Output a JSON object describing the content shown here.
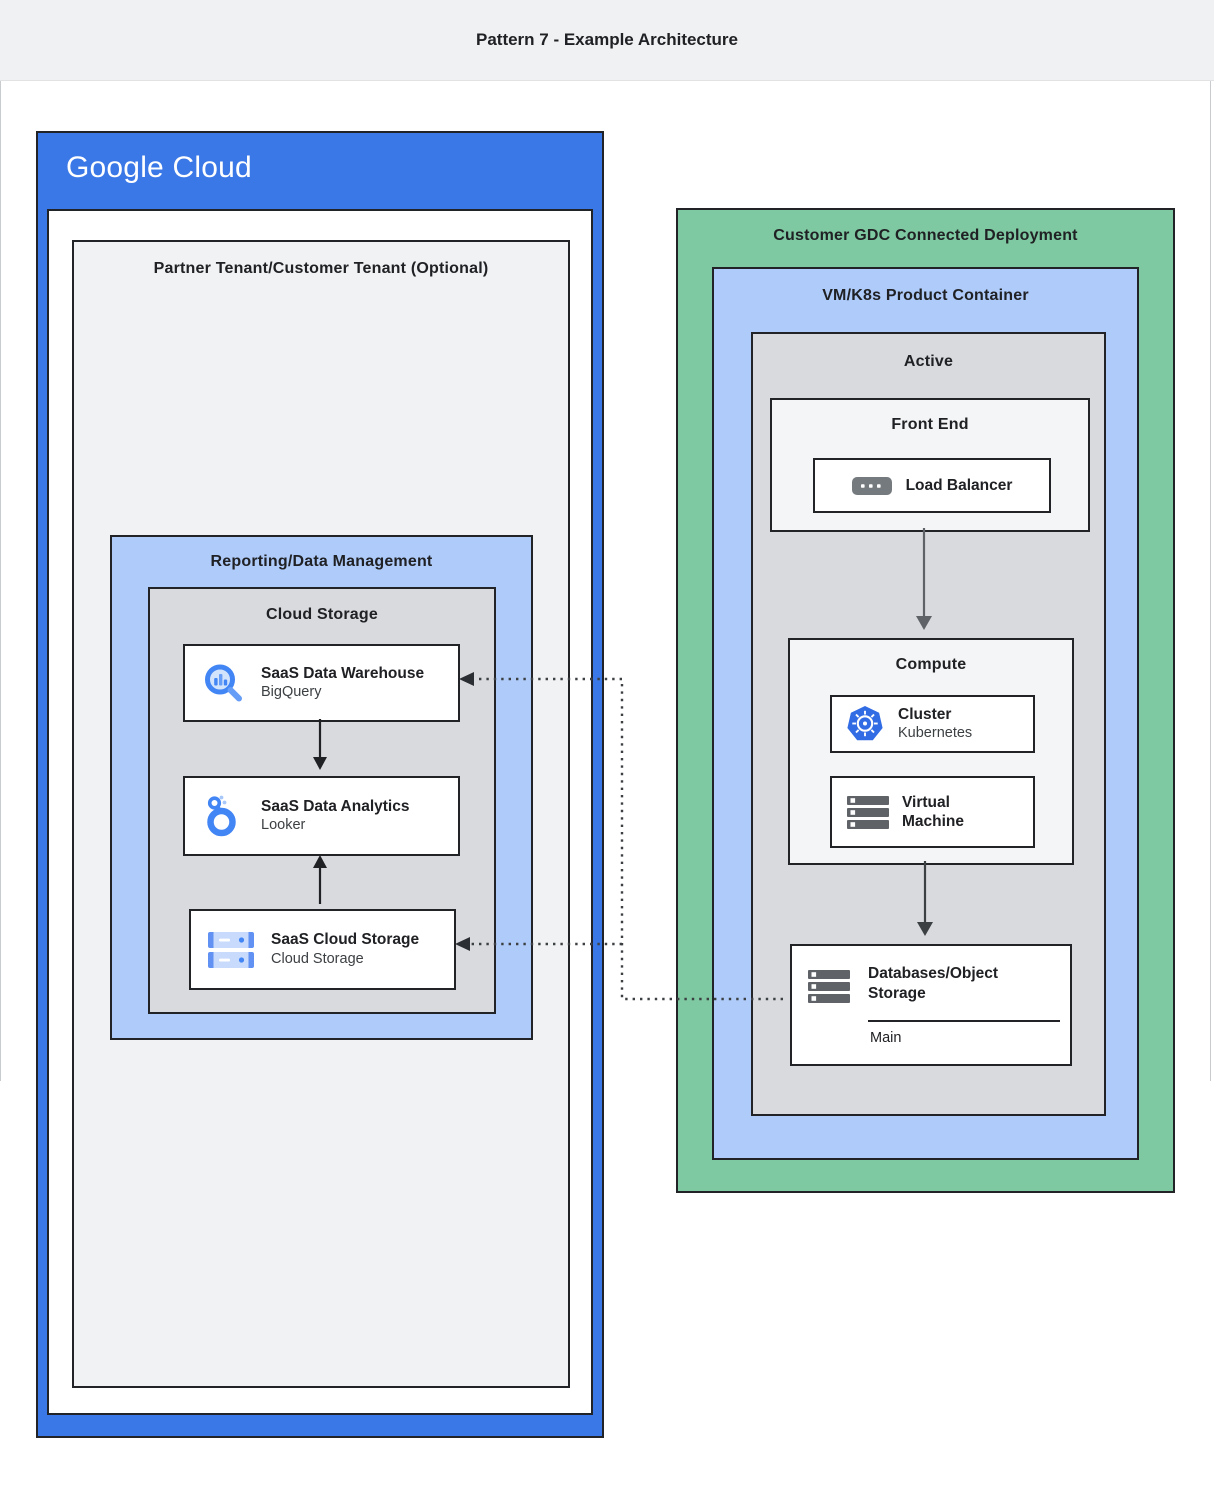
{
  "header": {
    "title": "Pattern 7 - Example Architecture"
  },
  "google_cloud": {
    "logo_part1": "Google",
    "logo_part2": " Cloud",
    "partner_tenant": {
      "title": "Partner Tenant/Customer Tenant (Optional)",
      "reporting": {
        "title": "Reporting/Data Management",
        "cloud_storage": {
          "title": "Cloud Storage",
          "items": [
            {
              "title": "SaaS Data Warehouse",
              "subtitle": "BigQuery",
              "icon": "bigquery-icon"
            },
            {
              "title": "SaaS Data Analytics",
              "subtitle": "Looker",
              "icon": "looker-icon"
            },
            {
              "title": "SaaS Cloud Storage",
              "subtitle": "Cloud Storage",
              "icon": "cloud-storage-icon"
            }
          ]
        }
      }
    }
  },
  "gdc": {
    "title": "Customer GDC Connected Deployment",
    "vmk8s": {
      "title": "VM/K8s Product Container",
      "active": {
        "title": "Active",
        "front_end": {
          "title": "Front End",
          "load_balancer": {
            "label": "Load Balancer",
            "icon": "load-balancer-icon"
          }
        },
        "compute": {
          "title": "Compute",
          "cluster": {
            "title": "Cluster",
            "subtitle": "Kubernetes",
            "icon": "kubernetes-icon"
          },
          "virtual_machine": {
            "title": "Virtual Machine",
            "icon": "virtual-machine-icon"
          }
        },
        "databases": {
          "title": "Databases/Object Storage",
          "label": "Main",
          "icon": "server-stack-icon"
        }
      }
    }
  },
  "colors": {
    "google_blue": "#3b78e7",
    "light_blue": "#aecbfa",
    "green": "#7ec9a1",
    "inner_gray": "#d8dadd",
    "light_gray": "#f0f2f3",
    "border_dark": "#212327",
    "icon_blue": "#4285f4",
    "icon_gray": "#5f6368",
    "kubernetes_blue": "#326ce5"
  }
}
